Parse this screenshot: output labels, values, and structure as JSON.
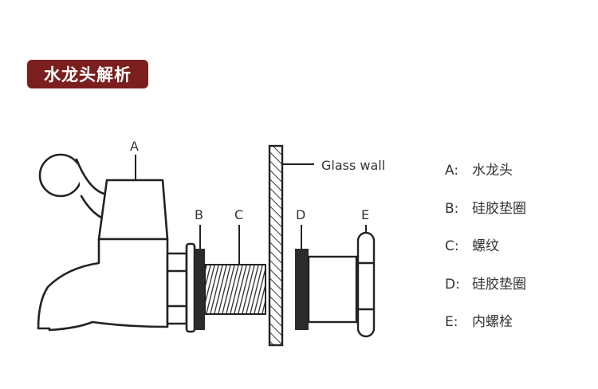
{
  "title": "水龙头解析",
  "diagram": {
    "callouts": {
      "a": "A",
      "b": "B",
      "c": "C",
      "d": "D",
      "e": "E"
    },
    "wall_label": "Glass wall"
  },
  "legend": [
    {
      "key": "A:",
      "text": "水龙头"
    },
    {
      "key": "B:",
      "text": "硅胶垫圈"
    },
    {
      "key": "C:",
      "text": "螺纹"
    },
    {
      "key": "D:",
      "text": "硅胶垫圈"
    },
    {
      "key": "E:",
      "text": "内螺栓"
    }
  ],
  "colors": {
    "badge": "#7a1f1e",
    "line": "#222222",
    "text": "#333333"
  }
}
